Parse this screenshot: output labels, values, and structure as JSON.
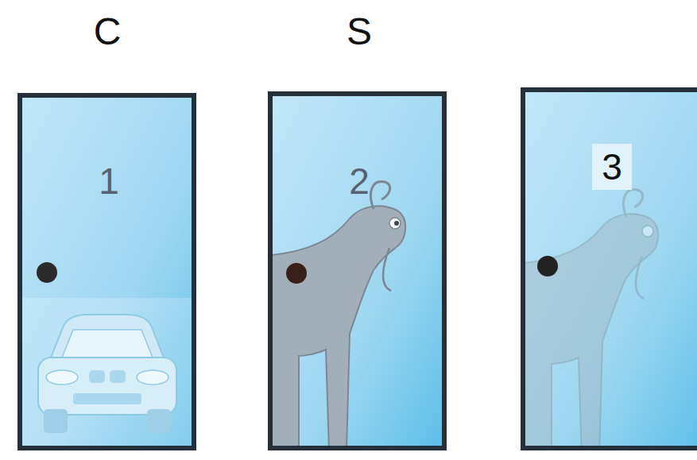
{
  "diagram": {
    "nodes": [
      {
        "text": [
          "C",
          "1"
        ]
      },
      {
        "text": [
          "S",
          "2"
        ]
      },
      {
        "text": [
          "3"
        ]
      }
    ]
  }
}
